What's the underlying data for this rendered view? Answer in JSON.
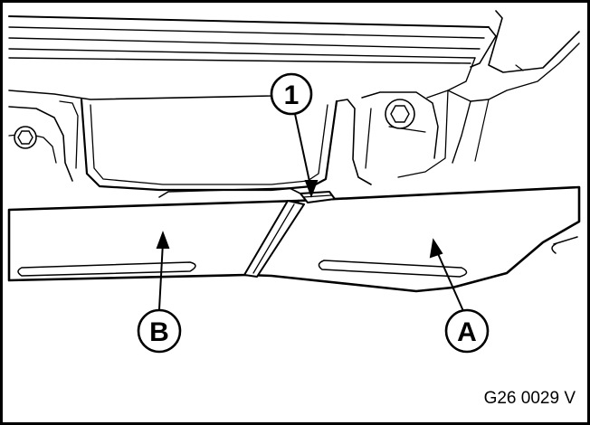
{
  "figure_code": "G26 0029 V",
  "callouts": {
    "one": "1",
    "a": "A",
    "b": "B"
  },
  "colors": {
    "line": "#000000",
    "background": "#ffffff"
  }
}
